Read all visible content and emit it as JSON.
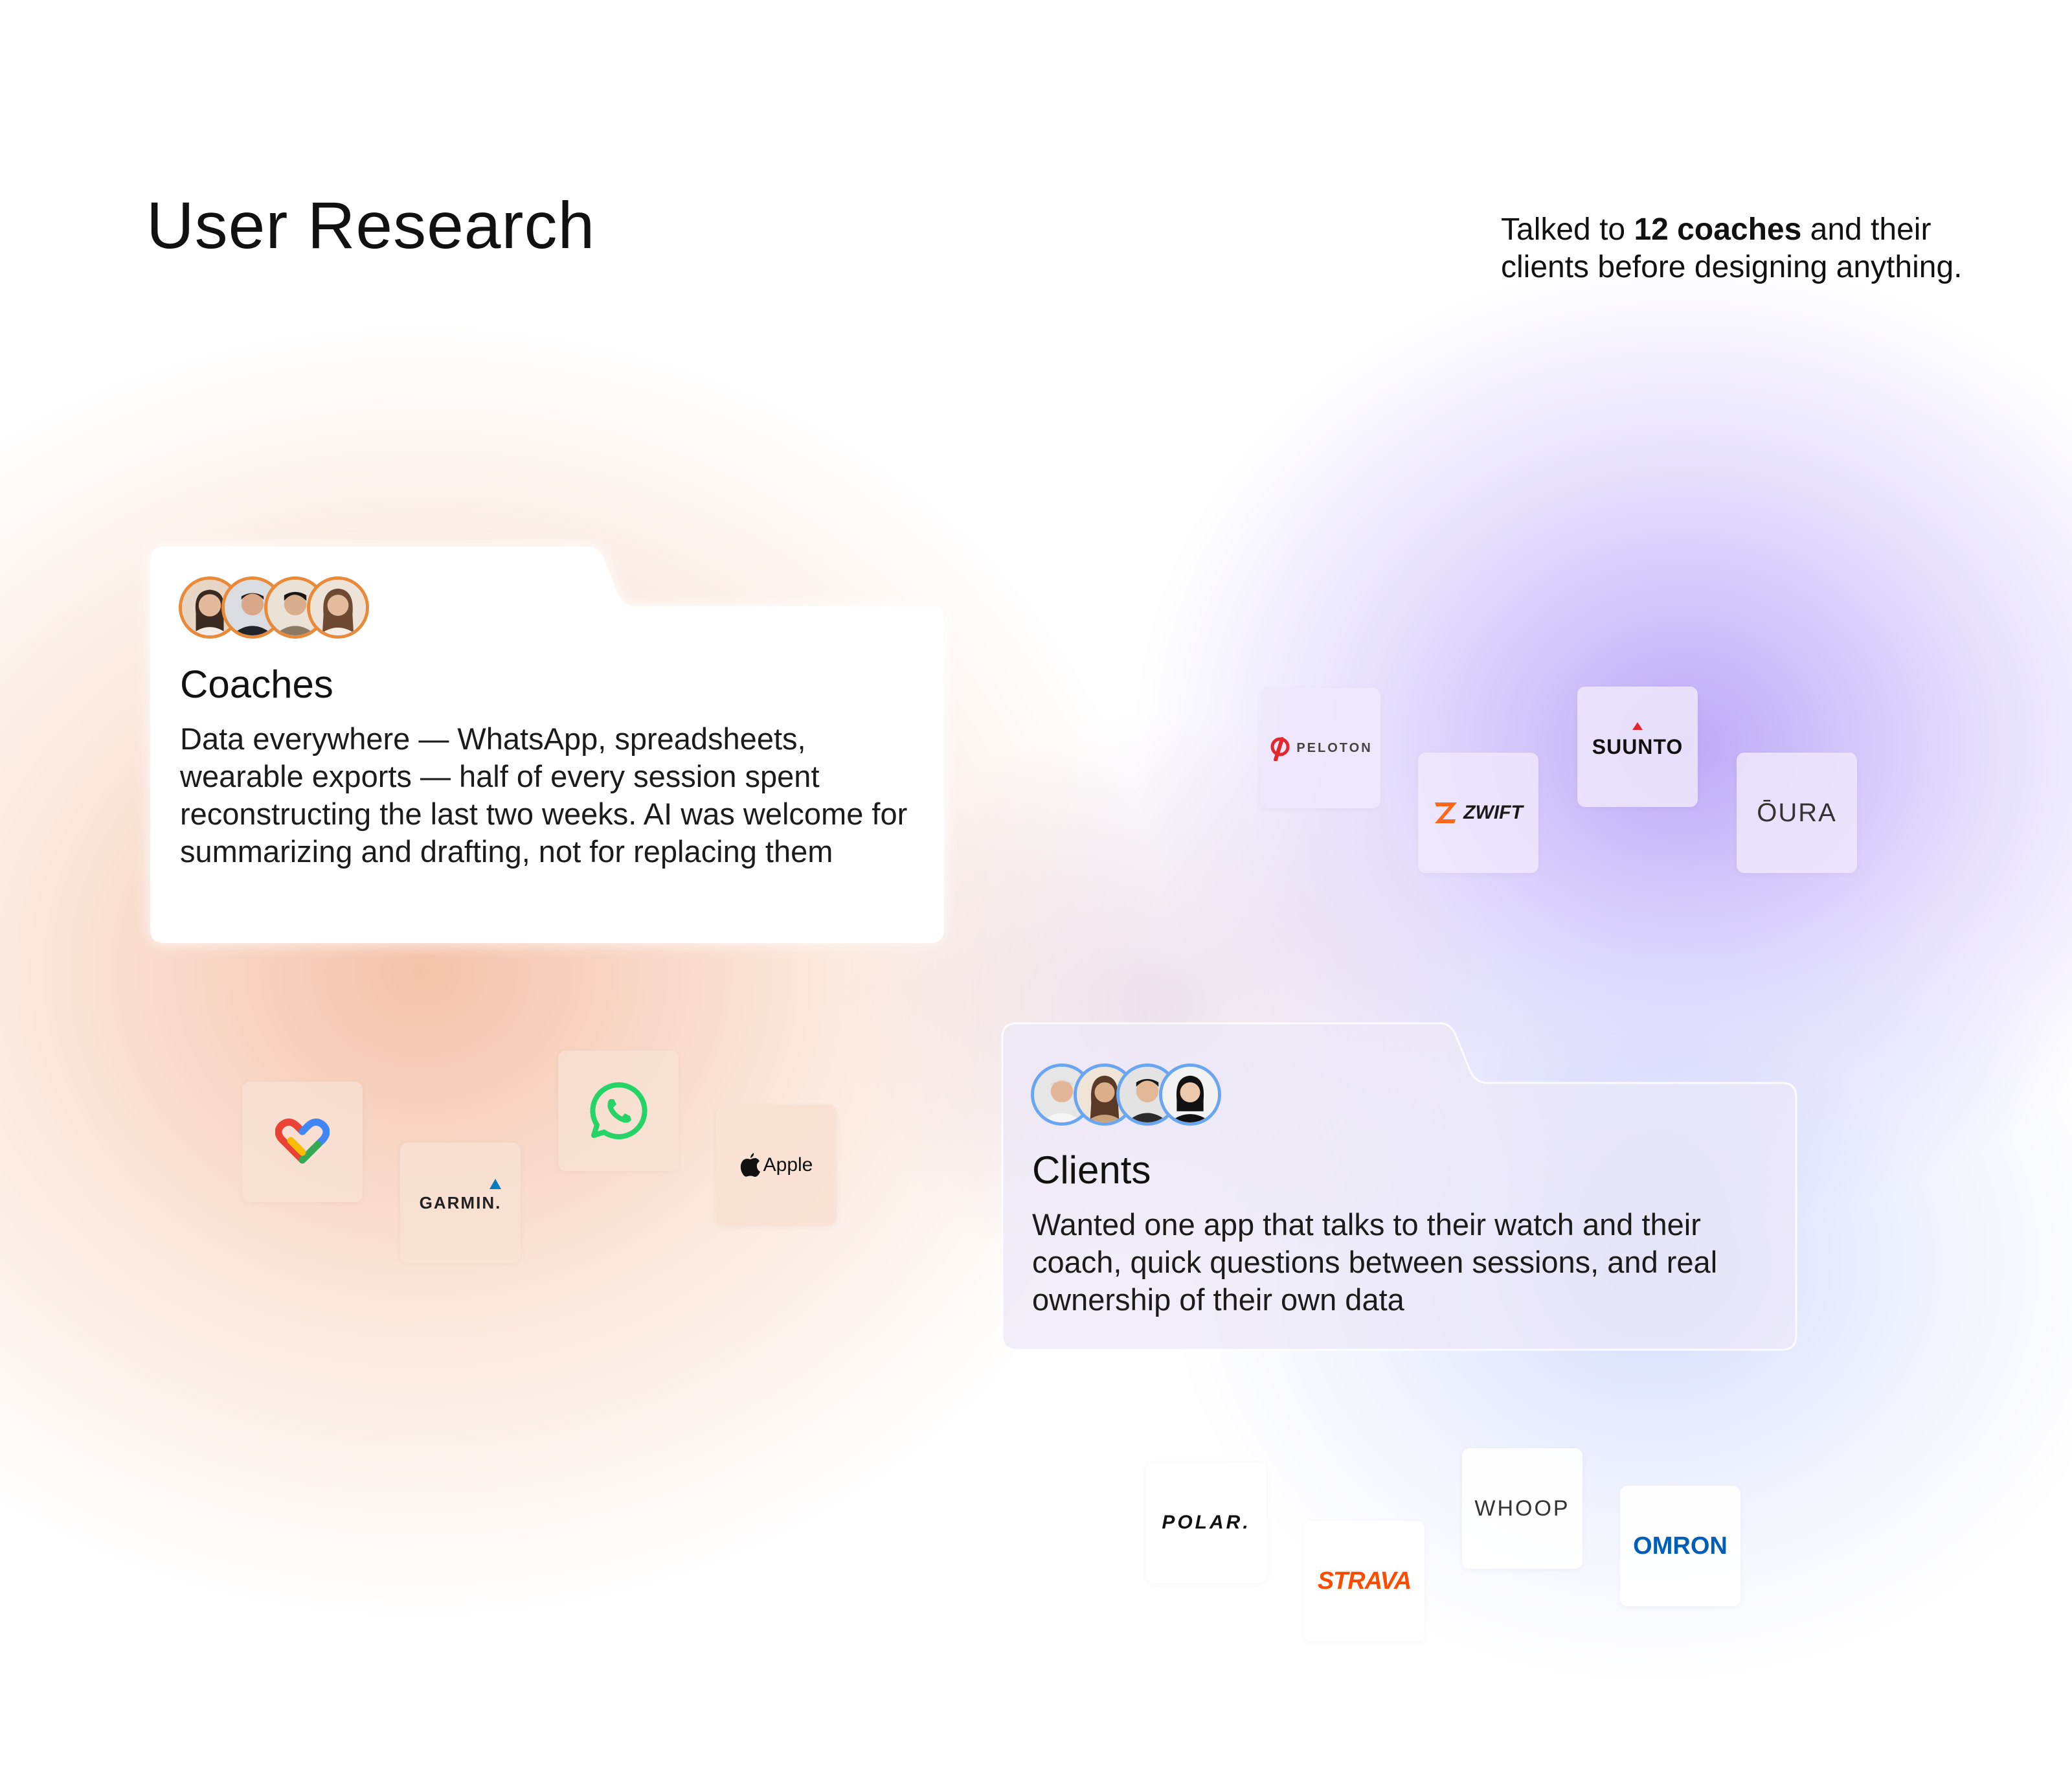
{
  "header": {
    "title": "User Research",
    "intro_prefix": "Talked to ",
    "intro_bold": "12 coaches",
    "intro_suffix": " and their clients before designing anything."
  },
  "coaches": {
    "title": "Coaches",
    "body": "Data everywhere — WhatsApp, spreadsheets, wearable exports — half of every session spent reconstructing the last two weeks. AI was welcome for summarizing and drafting, not for replacing them",
    "accent_color": "#e98a3a"
  },
  "clients": {
    "title": "Clients",
    "body": "Wanted one app that talks to their watch and their coach, quick questions between sessions, and real ownership of their own data",
    "accent_color": "#6aa6f0"
  },
  "logos": {
    "peloton": "PELOTON",
    "zwift": "ZWIFT",
    "suunto": "SUUNTO",
    "oura": "ŌURA",
    "garmin": "GARMIN.",
    "apple": "Apple",
    "polar": "POLAR.",
    "strava": "STRAVA",
    "whoop": "WHOOP",
    "omron": "OMRON"
  },
  "icons": {
    "google_fit": "google-fit-heart-icon",
    "whatsapp": "whatsapp-icon",
    "apple": "apple-icon"
  },
  "colors": {
    "peloton": "#e2272f",
    "zwift": "#fc6719",
    "whatsapp": "#25d366",
    "strava": "#fc4c02",
    "omron": "#005eb8",
    "garmin_accent": "#007cc3",
    "suunto_accent": "#e2272f",
    "polar_accent": "#d10a11"
  }
}
